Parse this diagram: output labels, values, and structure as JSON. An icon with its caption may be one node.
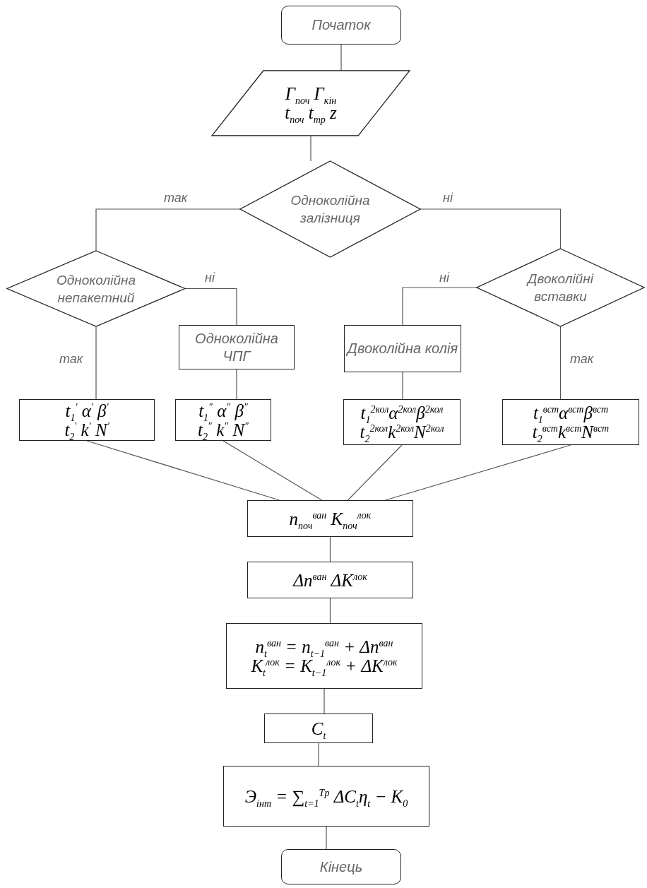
{
  "diagram": {
    "nodes": [
      {
        "text": [
          "Початок"
        ]
      },
      {
        "text": [
          "Γ$_{поч}$ Γ$_{кін}$",
          "t$_{поч}$ t$_{тр}$ z"
        ]
      },
      {
        "text": [
          "Одноколійна залізниця"
        ]
      },
      {
        "text": [
          "Одноколійна непакетний"
        ]
      },
      {
        "text": [
          "Двоколійні вставки"
        ]
      },
      {
        "text": [
          "Одноколійна ЧПГ"
        ]
      },
      {
        "text": [
          "Двоколійна колія"
        ]
      },
      {
        "text": [
          "t$_{1}$$^{'}$ α$^{'}$ β$^{'}$",
          "t$_{2}$$^{'}$ k$^{'}$ N$^{'}$"
        ]
      },
      {
        "text": [
          "t$_{1}$$^{\"}$ α$^{\"}$ β$^{\"}$",
          "t$_{2}$$^{\"}$ k$^{\"}$ N$^{\"}$"
        ]
      },
      {
        "text": [
          "t$_{1}$$^{2кол}$α$^{2кол}$β$^{2кол}$",
          "t$_{2}$$^{2кол}$k$^{2кол}$N$^{2кол}$"
        ]
      },
      {
        "text": [
          "t$_{1}$$^{вст}$α$^{вст}$β$^{вст}$",
          "t$_{2}$$^{вст}$k$^{вст}$N$^{вст}$"
        ]
      },
      {
        "text": [
          "n$_{поч}$$^{ван}$ K$_{поч}$$^{лок}$"
        ]
      },
      {
        "text": [
          "Δn$^{ван}$ ΔK$^{лок}$"
        ]
      },
      {
        "text": [
          "n$_{t}$$^{ван}$ = n$_{t−1}$$^{ван}$ + Δn$^{ван}$",
          "K$_{t}$$^{лок}$ = K$_{t−1}$$^{лок}$ + ΔK$^{лок}$"
        ]
      },
      {
        "text": [
          "C$_{t}$"
        ]
      },
      {
        "text": [
          "Э$_{інт}$ = ∑$_{t=1}$$^{Tp}$ ΔC$_{t}$η$_{t}$ − K$_{0}$"
        ]
      },
      {
        "text": [
          "Кінець"
        ]
      }
    ],
    "edges": [
      {
        "from": 0,
        "to": 1,
        "arrow": "none"
      },
      {
        "from": 1,
        "to": 2,
        "arrow": "none"
      },
      {
        "from": 2,
        "to": 3,
        "arrow": "none",
        "label": "так"
      },
      {
        "from": 2,
        "to": 4,
        "arrow": "none",
        "label": "ні"
      },
      {
        "from": 3,
        "to": 7,
        "arrow": "none",
        "label": "так"
      },
      {
        "from": 3,
        "to": 5,
        "arrow": "none",
        "label": "ні"
      },
      {
        "from": 5,
        "to": 8,
        "arrow": "none"
      },
      {
        "from": 4,
        "to": 6,
        "arrow": "none",
        "label": "ні"
      },
      {
        "from": 4,
        "to": 10,
        "arrow": "none",
        "label": "так"
      },
      {
        "from": 6,
        "to": 9,
        "arrow": "none"
      },
      {
        "from": 7,
        "to": 11,
        "arrow": "none"
      },
      {
        "from": 8,
        "to": 11,
        "arrow": "none"
      },
      {
        "from": 9,
        "to": 11,
        "arrow": "none"
      },
      {
        "from": 10,
        "to": 11,
        "arrow": "none"
      },
      {
        "from": 11,
        "to": 12,
        "arrow": "none"
      },
      {
        "from": 12,
        "to": 13,
        "arrow": "none"
      },
      {
        "from": 13,
        "to": 14,
        "arrow": "none"
      },
      {
        "from": 14,
        "to": 15,
        "arrow": "none"
      },
      {
        "from": 15,
        "to": 16,
        "arrow": "none"
      }
    ]
  }
}
